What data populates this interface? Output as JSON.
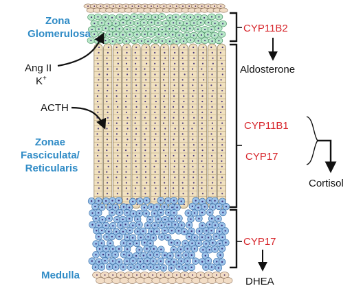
{
  "zones": {
    "glomerulosa": [
      "Zona",
      "Glomerulosa"
    ],
    "fasciculata": [
      "Zonae",
      "Fasciculata/",
      "Reticularis"
    ],
    "medulla": "Medulla"
  },
  "stimuli": {
    "ang": "Ang II",
    "k": "K",
    "k_sup": "+",
    "acth": "ACTH"
  },
  "enzymes": {
    "glomerulosa": "CYP11B2",
    "fasciculata_1": "CYP11B1",
    "fasciculata_2": "CYP17",
    "medulla": "CYP17"
  },
  "products": {
    "glomerulosa": "Aldosterone",
    "fasciculata": "Cortisol",
    "medulla": "DHEA"
  },
  "colors": {
    "label_blue": "#2f8bc6",
    "enzyme_red": "#d7262c",
    "glomerulosa_cell": "#b8e7c8",
    "fasciculata_cell": "#f1e1c0",
    "medulla_cell": "#9cc3ea",
    "capsule_cell": "#f2ddc6"
  }
}
